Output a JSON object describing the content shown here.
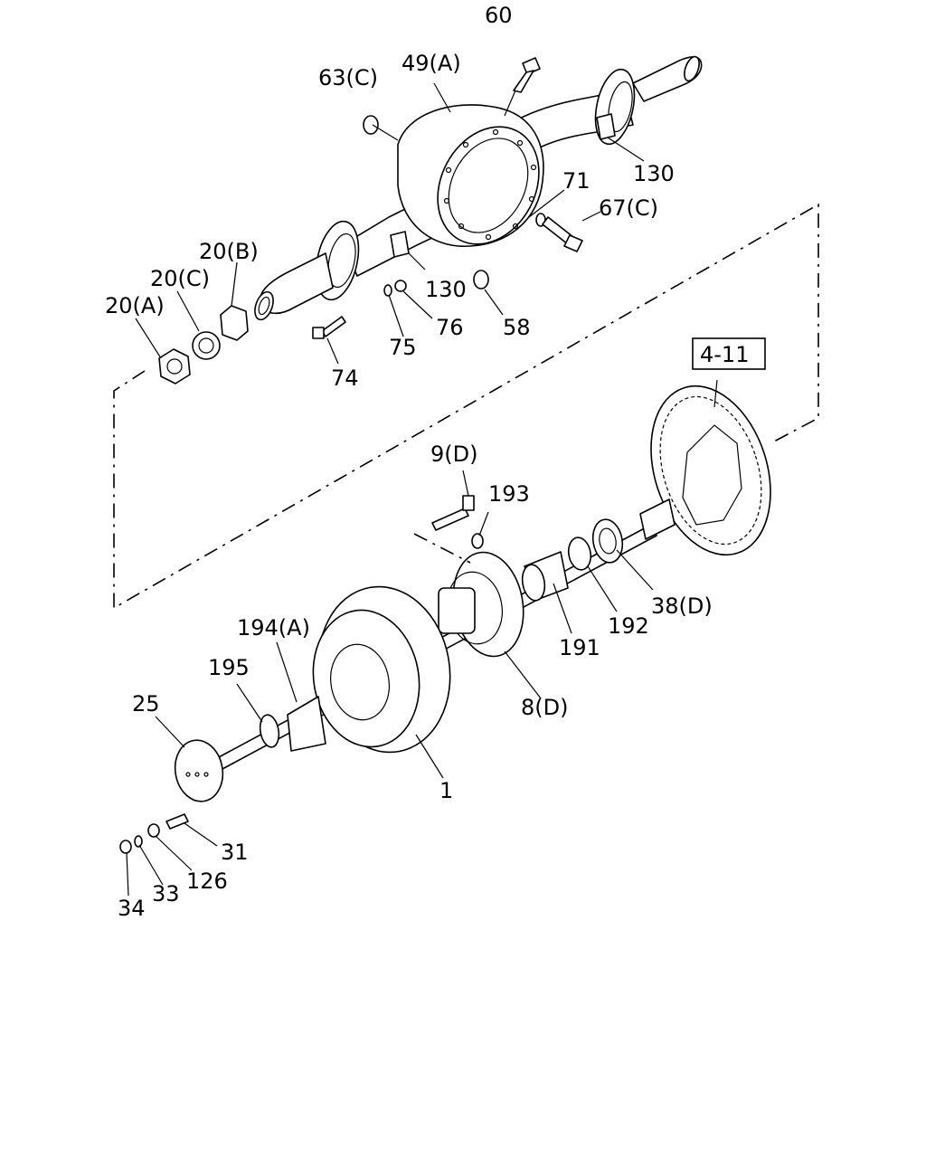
{
  "diagram": {
    "labels": {
      "p60": "60",
      "p49a": "49(A)",
      "p63c": "63(C)",
      "p130_upper": "130",
      "p71": "71",
      "p67c": "67(C)",
      "p20b": "20(B)",
      "p20c": "20(C)",
      "p20a": "20(A)",
      "p130_lower": "130",
      "p76": "76",
      "p58": "58",
      "p75": "75",
      "p74": "74",
      "ref_4_11": "4-11",
      "p9d": "9(D)",
      "p193": "193",
      "p194a": "194(A)",
      "p195": "195",
      "p25": "25",
      "p191": "191",
      "p192": "192",
      "p38d": "38(D)",
      "p8d": "8(D)",
      "p1": "1",
      "p31": "31",
      "p126": "126",
      "p33": "33",
      "p34": "34"
    }
  }
}
